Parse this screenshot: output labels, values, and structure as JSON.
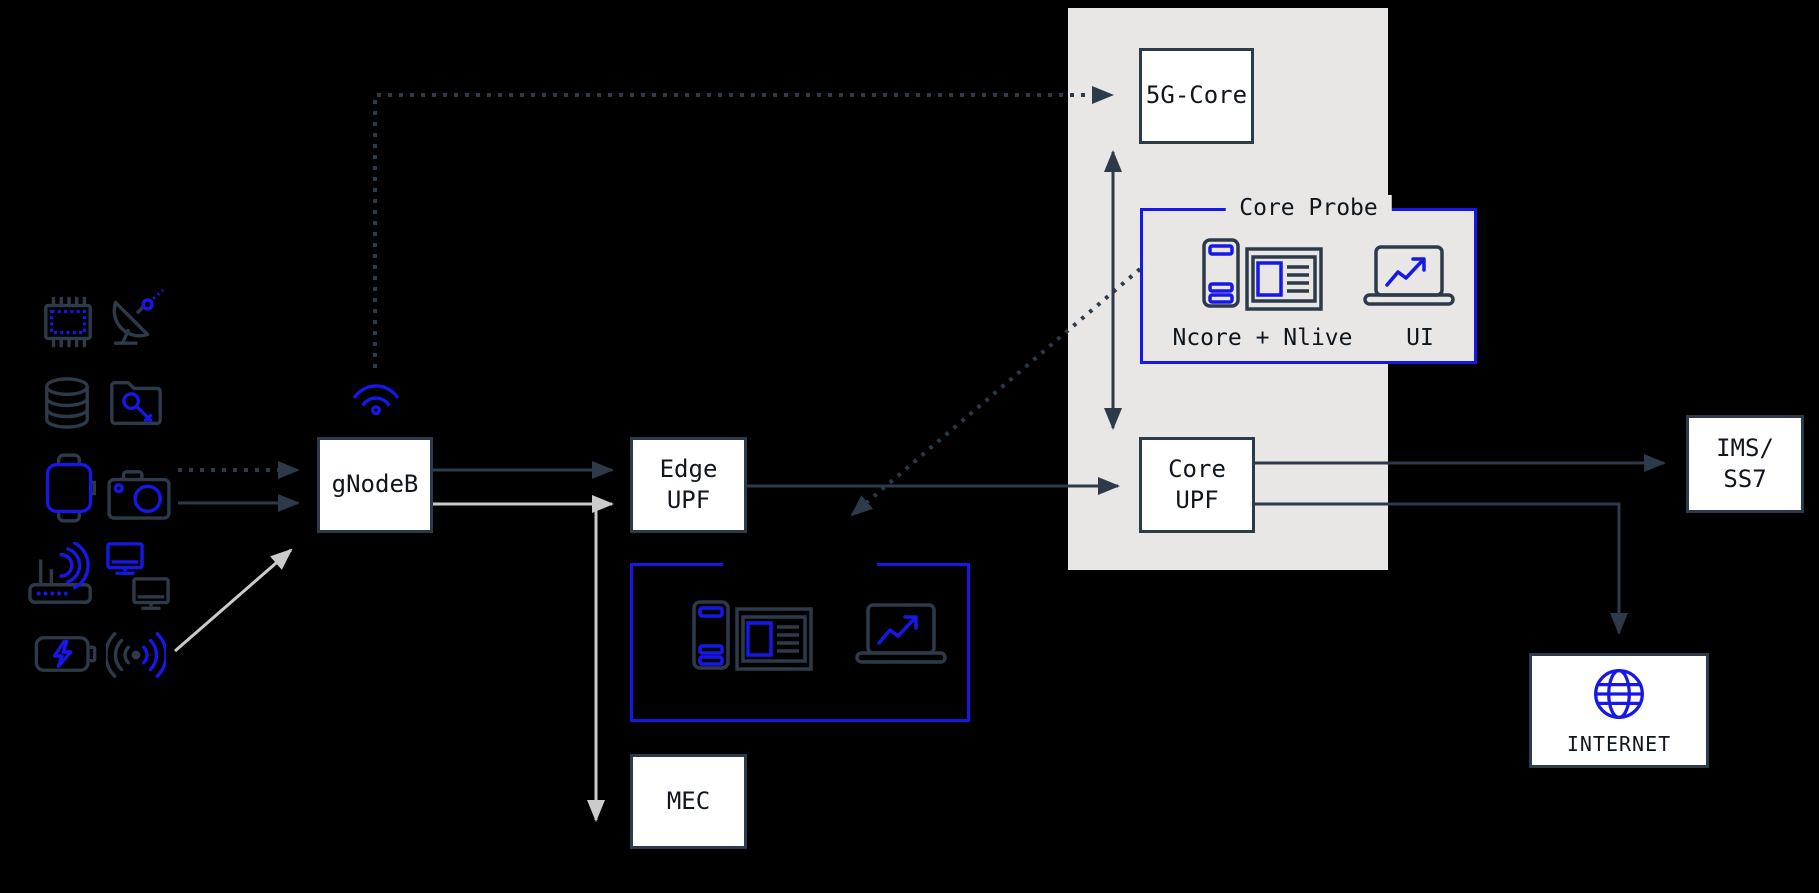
{
  "diagram_type": "5g-network-monitoring-architecture",
  "colors": {
    "background": "#000000",
    "line_dark": "#2d3a49",
    "line_light": "#cbcbcb",
    "accent_blue": "#1717e8",
    "panel_gray": "#e8e7e5",
    "box_fill": "#ffffff",
    "text": "#10161d"
  },
  "nodes": {
    "gnodeb": {
      "label": "gNodeB"
    },
    "edge_upf": {
      "label": "Edge\nUPF"
    },
    "core_5g": {
      "label": "5G-Core"
    },
    "core_upf": {
      "label": "Core\nUPF"
    },
    "ims_ss7": {
      "label": "IMS/\nSS7"
    },
    "mec": {
      "label": "MEC"
    },
    "internet": {
      "label": "INTERNET"
    },
    "core_probe": {
      "label": "Core Probe",
      "caption_left": "Ncore + Nlive",
      "caption_right": "UI"
    },
    "edge_probe": {
      "label": ""
    }
  },
  "icons": {
    "subscriber_devices": [
      "microchip-icon",
      "satellite-dish-icon",
      "database-icon",
      "folder-key-icon",
      "smartwatch-icon",
      "camera-icon",
      "wifi-router-icon",
      "monitor-blue-icon",
      "monitor-dark-icon",
      "battery-charging-icon",
      "wireless-signal-icon"
    ],
    "radio_access": "wifi-icon",
    "core_probe_contents": [
      "server-icon",
      "dashboard-icon",
      "laptop-chart-icon"
    ],
    "edge_probe_contents": [
      "server-icon",
      "dashboard-icon",
      "laptop-chart-icon"
    ],
    "internet_contents": "globe-icon"
  },
  "connections": [
    {
      "from": "devices",
      "to": "gnodeb",
      "style": "dotted-dark-arrow"
    },
    {
      "from": "devices",
      "to": "gnodeb",
      "style": "solid-dark-arrow"
    },
    {
      "from": "devices",
      "to": "gnodeb",
      "style": "solid-light-arrow-diagonal"
    },
    {
      "from": "gnodeb-wifi",
      "to": "core_5g",
      "style": "dotted-dark-arrow"
    },
    {
      "from": "gnodeb",
      "to": "edge_upf",
      "style": "solid-dark-arrow"
    },
    {
      "from": "gnodeb",
      "to": "edge_upf",
      "style": "solid-light-arrow"
    },
    {
      "from": "gnodeb-branch",
      "to": "mec",
      "style": "solid-light-arrow-down"
    },
    {
      "from": "edge_upf",
      "to": "core_upf",
      "style": "solid-dark-arrow"
    },
    {
      "from": "core_5g",
      "to": "core_upf",
      "style": "double-headed-dark-arrow"
    },
    {
      "from": "core_probe",
      "to": "edge_probe",
      "style": "dotted-dark-arrow-diagonal"
    },
    {
      "from": "core_upf",
      "to": "ims_ss7",
      "style": "solid-dark-arrow"
    },
    {
      "from": "core_upf",
      "to": "internet",
      "style": "solid-dark-arrow-elbow"
    }
  ]
}
